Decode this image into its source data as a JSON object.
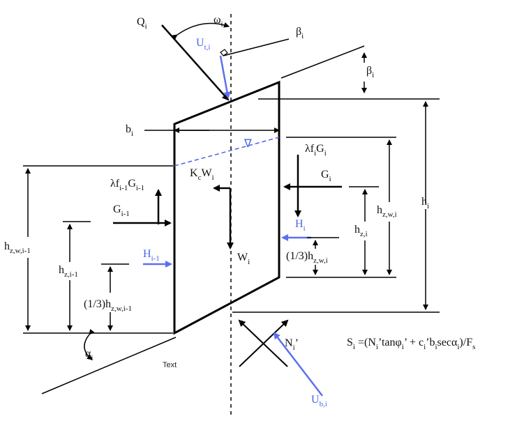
{
  "labels": {
    "Q": {
      "base": "Q",
      "sub": "i"
    },
    "omega": {
      "base": "ω",
      "sub": "i"
    },
    "beta_top": {
      "base": "β",
      "sub": "i"
    },
    "beta_right": {
      "base": "β",
      "sub": "i"
    },
    "Ut": {
      "base": "U",
      "sub": "t,i"
    },
    "b": {
      "base": "b",
      "sub": "i"
    },
    "KcW": {
      "p1": "K",
      "s1": "c",
      "p2": "W",
      "s2": "i"
    },
    "W": {
      "base": "W",
      "sub": "i"
    },
    "lfG_right": {
      "p1": "λf",
      "s1": "i",
      "p2": "G",
      "s2": "i"
    },
    "G_right": {
      "base": "G",
      "sub": "i"
    },
    "H_right": {
      "base": "H",
      "sub": "i"
    },
    "hzw_right": {
      "base": "h",
      "sub": "z,w,i"
    },
    "hz_right": {
      "base": "h",
      "sub": "z,i"
    },
    "third_right": {
      "pre": "(1/3)h",
      "sub": "z,w,i"
    },
    "h": {
      "base": "h",
      "sub": "i"
    },
    "lfG_left": {
      "p1": "λf",
      "s1": "i-1",
      "p2": "G",
      "s2": "i-1"
    },
    "G_left": {
      "base": "G",
      "sub": "i-1"
    },
    "H_left": {
      "base": "H",
      "sub": "i-1"
    },
    "hzw_left": {
      "base": "h",
      "sub": "z,w,i-1"
    },
    "hz_left": {
      "base": "h",
      "sub": "z,i-1"
    },
    "third_left": {
      "pre": "(1/3)h",
      "sub": "z,w,i-1"
    },
    "alpha": {
      "base": "α",
      "sub": "i"
    },
    "N": {
      "base": "N",
      "sub": "i",
      "post": "’"
    },
    "Ub": {
      "base": "U",
      "sub": "b,i"
    },
    "water_symbol": "∇",
    "text_caption": "Text"
  },
  "equation": {
    "S": "S",
    "S_sub": "i",
    "eq_open": " =(N",
    "eq_sub1": "i",
    "tan_part": "’tanφ",
    "eq_sub2": "i",
    "mid": "’ + c",
    "eq_sub3": "i",
    "b_part": "’b",
    "eq_sub4": "i",
    "sec_part": "secα",
    "eq_sub5": "i",
    "end": ")/F",
    "eq_sub6": "s"
  },
  "colors": {
    "line": "#000000",
    "water": "#4a63e6",
    "blue_vector": "#5b70f0"
  }
}
